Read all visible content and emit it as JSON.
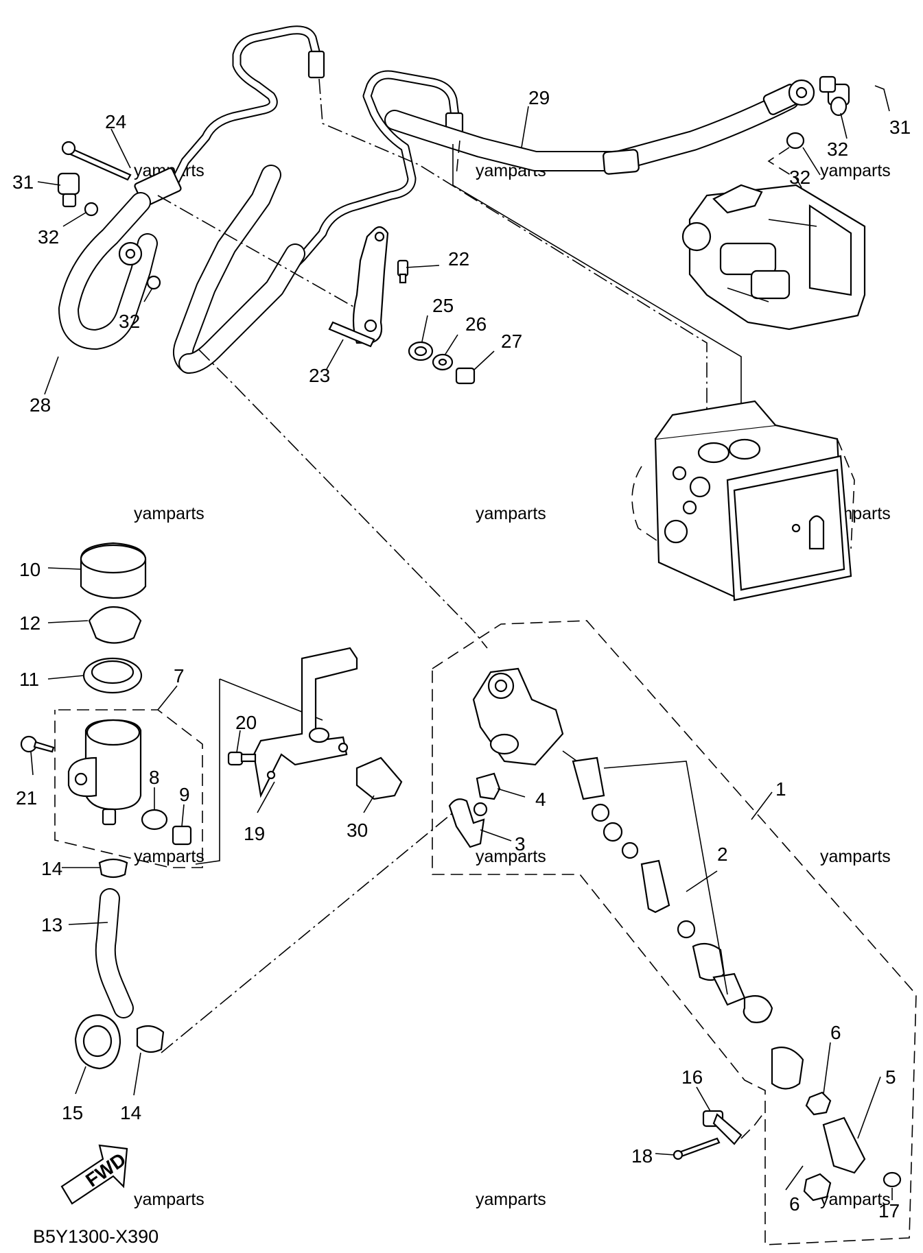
{
  "diagram": {
    "code": "B5Y1300-X390",
    "watermark": "yamparts",
    "fwd_label": "FWD",
    "callouts": {
      "c1": "1",
      "c2": "2",
      "c3": "3",
      "c4": "4",
      "c5": "5",
      "c6a": "6",
      "c6b": "6",
      "c7": "7",
      "c8": "8",
      "c9": "9",
      "c10": "10",
      "c11": "11",
      "c12": "12",
      "c13": "13",
      "c14a": "14",
      "c14b": "14",
      "c15": "15",
      "c16": "16",
      "c17": "17",
      "c18": "18",
      "c19": "19",
      "c20": "20",
      "c21": "21",
      "c22": "22",
      "c23": "23",
      "c24": "24",
      "c25": "25",
      "c26": "26",
      "c27": "27",
      "c28": "28",
      "c29": "29",
      "c30": "30",
      "c31a": "31",
      "c31b": "31",
      "c32a": "32",
      "c32b": "32",
      "c32c": "32",
      "c32d": "32"
    }
  }
}
